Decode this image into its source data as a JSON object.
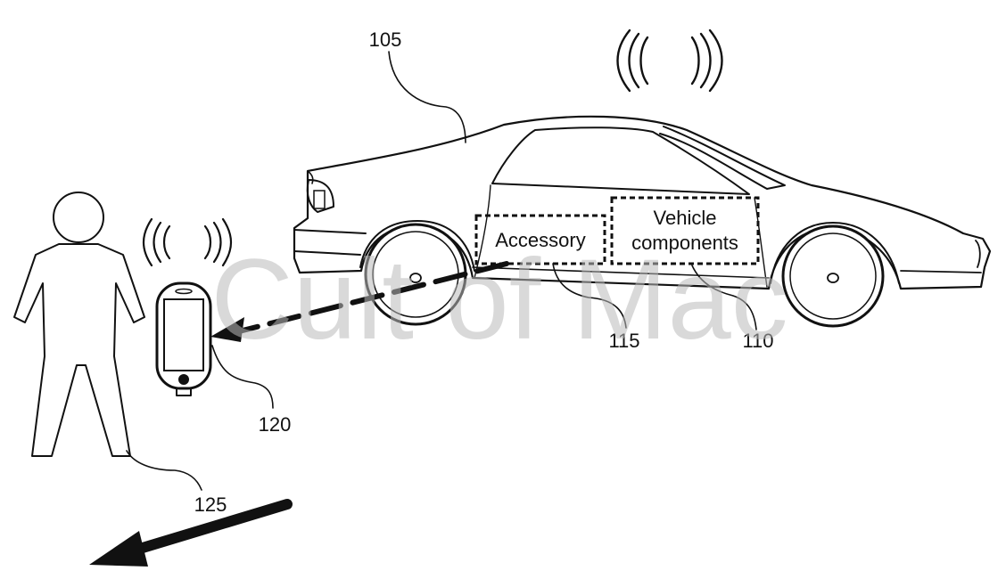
{
  "labels": {
    "vehicle_ref": "105",
    "vehicle_components_ref": "110",
    "accessory_ref": "115",
    "phone_ref": "120",
    "person_ref": "125"
  },
  "boxes": {
    "accessory": "Accessory",
    "vehicle_components_line1": "Vehicle",
    "vehicle_components_line2": "components"
  },
  "watermark": "Cult of Mac",
  "colors": {
    "ink": "#111111",
    "watermark": "#b9b9b9",
    "background": "#ffffff"
  }
}
